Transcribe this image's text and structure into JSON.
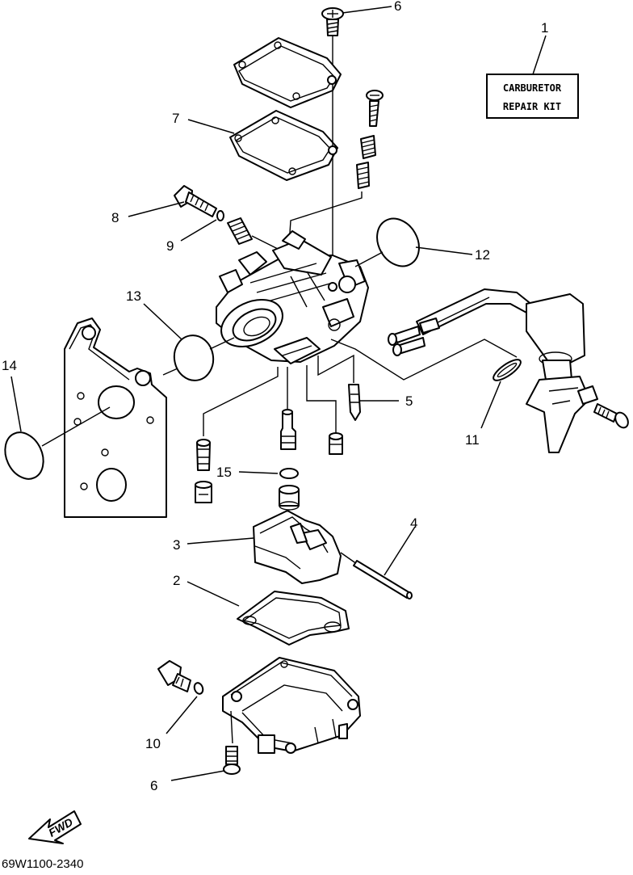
{
  "kit_box": {
    "line1": "CARBURETOR",
    "line2": "REPAIR KIT"
  },
  "callouts": {
    "n1": "1",
    "n2": "2",
    "n3": "3",
    "n4": "4",
    "n5": "5",
    "n6_top": "6",
    "n6_bottom": "6",
    "n7": "7",
    "n8": "8",
    "n9": "9",
    "n10": "10",
    "n11": "11",
    "n12": "12",
    "n13": "13",
    "n14": "14",
    "n15": "15"
  },
  "fwd_label": "FWD",
  "drawing_code": "69W1100-2340"
}
